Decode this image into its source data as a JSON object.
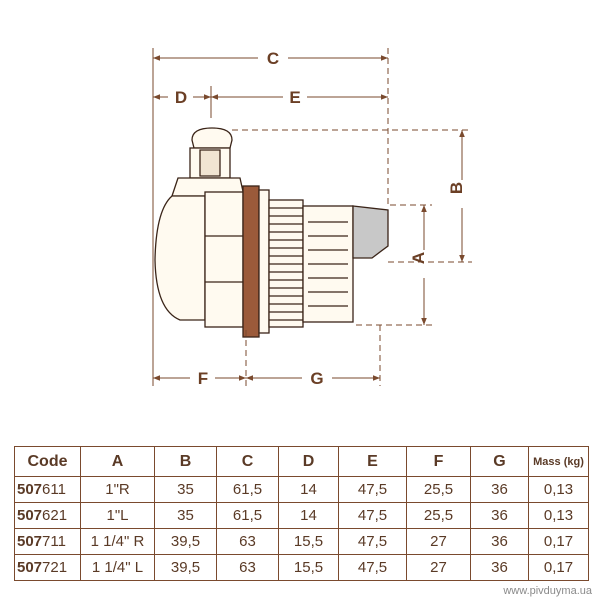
{
  "drawing": {
    "dimension_labels": {
      "c": "C",
      "d": "D",
      "e": "E",
      "b": "B",
      "a": "A",
      "f": "F",
      "g": "G"
    },
    "colors": {
      "line": "#7a4a2e",
      "gasket": "#9b5a3a",
      "body": "#fffaf0"
    }
  },
  "table": {
    "headers": [
      "Code",
      "A",
      "B",
      "C",
      "D",
      "E",
      "F",
      "G",
      "Mass (kg)"
    ],
    "rows": [
      {
        "code_prefix": "507",
        "code_suffix": "611",
        "a": "1\"R",
        "b": "35",
        "c": "61,5",
        "d": "14",
        "e": "47,5",
        "f": "25,5",
        "g": "36",
        "mass": "0,13"
      },
      {
        "code_prefix": "507",
        "code_suffix": "621",
        "a": "1\"L",
        "b": "35",
        "c": "61,5",
        "d": "14",
        "e": "47,5",
        "f": "25,5",
        "g": "36",
        "mass": "0,13"
      },
      {
        "code_prefix": "507",
        "code_suffix": "711",
        "a": "1 1/4\" R",
        "b": "39,5",
        "c": "63",
        "d": "15,5",
        "e": "47,5",
        "f": "27",
        "g": "36",
        "mass": "0,17"
      },
      {
        "code_prefix": "507",
        "code_suffix": "721",
        "a": "1 1/4\" L",
        "b": "39,5",
        "c": "63",
        "d": "15,5",
        "e": "47,5",
        "f": "27",
        "g": "36",
        "mass": "0,17"
      }
    ]
  },
  "watermark": "www.pivduyma.ua"
}
